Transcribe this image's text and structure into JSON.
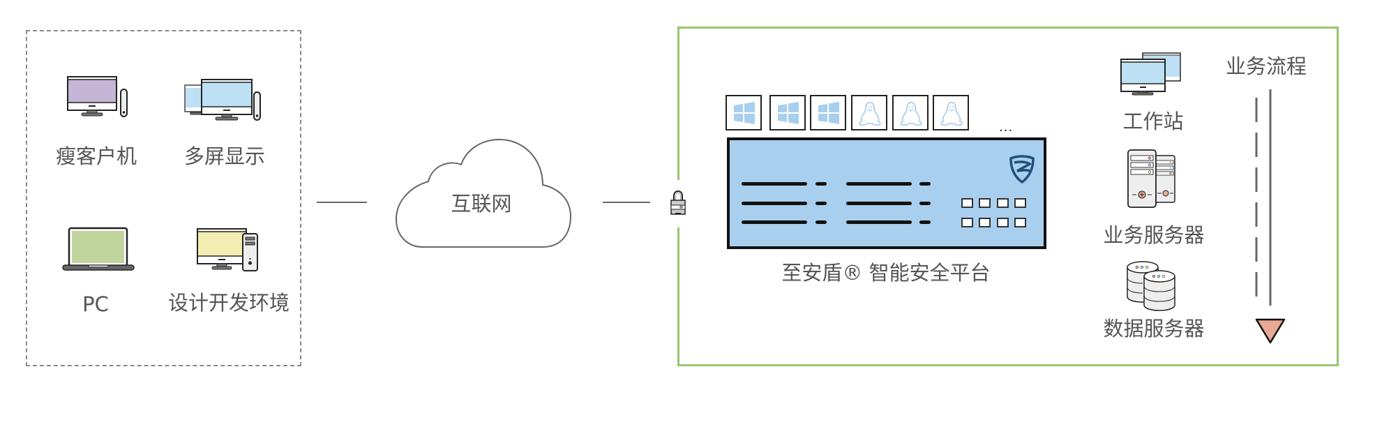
{
  "diagram": {
    "title": "至安盾智能安全平台 部署架构",
    "client_group": {
      "items": [
        {
          "label": "瘦客户机",
          "icon": "thin-client-icon",
          "screen_color": "#c5b5d6"
        },
        {
          "label": "多屏显示",
          "icon": "multi-screen-icon",
          "screen_color": "#bde0f4"
        },
        {
          "label": "PC",
          "icon": "laptop-icon",
          "screen_color": "#c2d49d"
        },
        {
          "label": "设计开发环境",
          "icon": "desktop-tower-icon",
          "screen_color": "#f2edb1"
        }
      ]
    },
    "internet": {
      "label": "互联网",
      "icon": "cloud-icon"
    },
    "gateway": {
      "icon": "lock-icon"
    },
    "platform": {
      "label": "至安盾® 智能安全平台",
      "os_tiles": [
        {
          "os": "windows",
          "icon": "windows-icon"
        },
        {
          "os": "windows",
          "icon": "windows-icon"
        },
        {
          "os": "windows",
          "icon": "windows-icon"
        },
        {
          "os": "linux",
          "icon": "linux-tux-icon"
        },
        {
          "os": "linux",
          "icon": "linux-tux-icon"
        },
        {
          "os": "linux",
          "icon": "linux-tux-icon"
        }
      ],
      "more": "...",
      "appliance_color": "#a9cfee",
      "logo_color": "#1f4f7a"
    },
    "backend": {
      "items": [
        {
          "label": "工作站",
          "icon": "workstation-icon"
        },
        {
          "label": "业务服务器",
          "icon": "server-icon"
        },
        {
          "label": "数据服务器",
          "icon": "database-icon"
        }
      ]
    },
    "flow": {
      "label": "业务流程",
      "arrow_color": "#e8a894"
    },
    "colors": {
      "platform_border": "#9bc56e",
      "client_border": "#8a8a8a",
      "line": "#666666"
    }
  }
}
